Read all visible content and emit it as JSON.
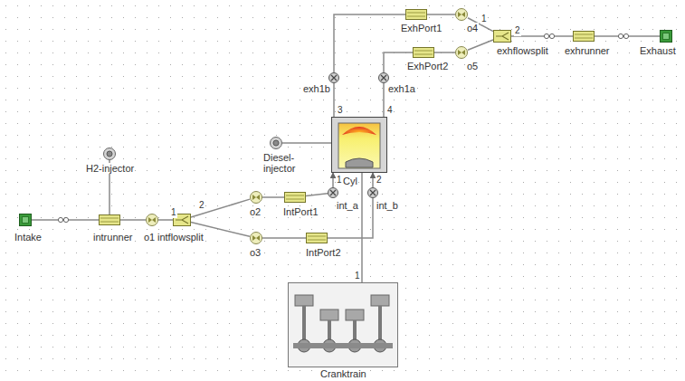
{
  "diagram": {
    "nodes": [
      {
        "text": [
          "Intake"
        ]
      },
      {
        "text": [
          "H2-injector"
        ]
      },
      {
        "text": [
          "intrunner"
        ]
      },
      {
        "text": [
          "o1"
        ]
      },
      {
        "text": [
          "intflowsplit"
        ]
      },
      {
        "text": [
          "o2"
        ]
      },
      {
        "text": [
          "IntPort1"
        ]
      },
      {
        "text": [
          "o3"
        ]
      },
      {
        "text": [
          "IntPort2"
        ]
      },
      {
        "text": [
          "Diesel-injector"
        ]
      },
      {
        "text": [
          "int_a"
        ]
      },
      {
        "text": [
          "int_b"
        ]
      },
      {
        "text": [
          "Cyl"
        ]
      },
      {
        "text": [
          "exh1b"
        ]
      },
      {
        "text": [
          "exh1a"
        ]
      },
      {
        "text": [
          "ExhPort1"
        ]
      },
      {
        "text": [
          "o4"
        ]
      },
      {
        "text": [
          "ExhPort2"
        ]
      },
      {
        "text": [
          "o5"
        ]
      },
      {
        "text": [
          "exhflowsplit"
        ]
      },
      {
        "text": [
          "exhrunner"
        ]
      },
      {
        "text": [
          "Exhaust"
        ]
      },
      {
        "text": [
          "Cranktrain"
        ]
      }
    ],
    "edges": [
      {
        "from": 0,
        "to": 2,
        "arrow": "none"
      },
      {
        "from": 1,
        "to": 2,
        "arrow": "none"
      },
      {
        "from": 2,
        "to": 3,
        "arrow": "none"
      },
      {
        "from": 3,
        "to": 4,
        "arrow": "none"
      },
      {
        "from": 4,
        "to": 5,
        "arrow": "none"
      },
      {
        "from": 4,
        "to": 7,
        "arrow": "none"
      },
      {
        "from": 5,
        "to": 6,
        "arrow": "none"
      },
      {
        "from": 7,
        "to": 8,
        "arrow": "none"
      },
      {
        "from": 6,
        "to": 10,
        "arrow": "none"
      },
      {
        "from": 8,
        "to": 11,
        "arrow": "none"
      },
      {
        "from": 10,
        "to": 12,
        "arrow": "to"
      },
      {
        "from": 11,
        "to": 12,
        "arrow": "to"
      },
      {
        "from": 9,
        "to": 12,
        "arrow": "none"
      },
      {
        "from": 22,
        "to": 12,
        "arrow": "none"
      },
      {
        "from": 12,
        "to": 13,
        "arrow": "none"
      },
      {
        "from": 12,
        "to": 14,
        "arrow": "none"
      },
      {
        "from": 13,
        "to": 15,
        "arrow": "none"
      },
      {
        "from": 14,
        "to": 17,
        "arrow": "none"
      },
      {
        "from": 15,
        "to": 16,
        "arrow": "none"
      },
      {
        "from": 17,
        "to": 18,
        "arrow": "none"
      },
      {
        "from": 16,
        "to": 19,
        "arrow": "none"
      },
      {
        "from": 18,
        "to": 19,
        "arrow": "none"
      },
      {
        "from": 19,
        "to": 20,
        "arrow": "none"
      },
      {
        "from": 20,
        "to": 21,
        "arrow": "none"
      }
    ],
    "labels": [
      "1",
      "2",
      "1",
      "2",
      "3",
      "4",
      "1",
      "2",
      "1"
    ]
  }
}
